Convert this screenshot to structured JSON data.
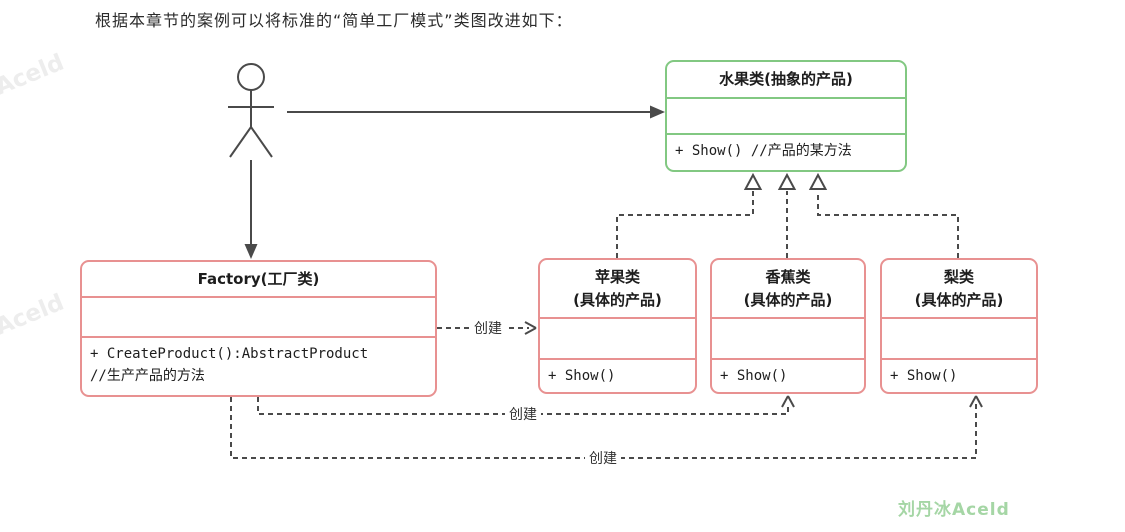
{
  "title": "根据本章节的案例可以将标准的“简单工厂模式”类图改进如下：",
  "diagram": {
    "fruit_class": {
      "name": "水果类(抽象的产品)",
      "method": "+ Show() //产品的某方法"
    },
    "factory_class": {
      "name": "Factory(工厂类)",
      "method_line1": "+ CreateProduct():AbstractProduct",
      "method_line2": "//生产产品的方法"
    },
    "products": [
      {
        "name": "苹果类",
        "subtitle": "(具体的产品)",
        "method": "+ Show()"
      },
      {
        "name": "香蕉类",
        "subtitle": "(具体的产品)",
        "method": "+ Show()"
      },
      {
        "name": "梨类",
        "subtitle": "(具体的产品)",
        "method": "+ Show()"
      }
    ],
    "edge_labels": {
      "create1": "创建",
      "create2": "创建",
      "create3": "创建"
    },
    "colors": {
      "fruit_border": "#82c882",
      "product_border": "#e89191",
      "line": "#4a4a4a",
      "watermark": "#a5d6a5"
    }
  },
  "watermark": {
    "signature": "刘丹冰Aceld",
    "faint": "Aceld"
  }
}
